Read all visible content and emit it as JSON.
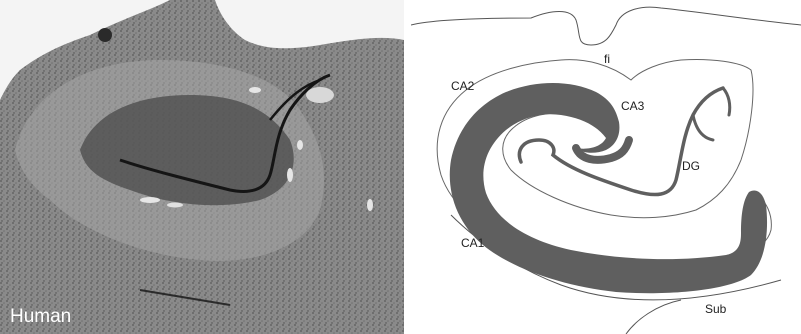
{
  "figure": {
    "left_panel": {
      "species_label": "Human"
    },
    "right_panel": {
      "labels": {
        "fi": "fi",
        "ca2": "CA2",
        "ca3": "CA3",
        "dg": "DG",
        "ca1": "CA1",
        "sub": "Sub"
      }
    }
  },
  "colors": {
    "tissue_dark": "#3f3f3f",
    "tissue_mid": "#6e6e6e",
    "tissue_light": "#9a9a9a",
    "pyramidal_layer": "#5f5f5f",
    "outline": "#555555",
    "background": "#ffffff"
  }
}
